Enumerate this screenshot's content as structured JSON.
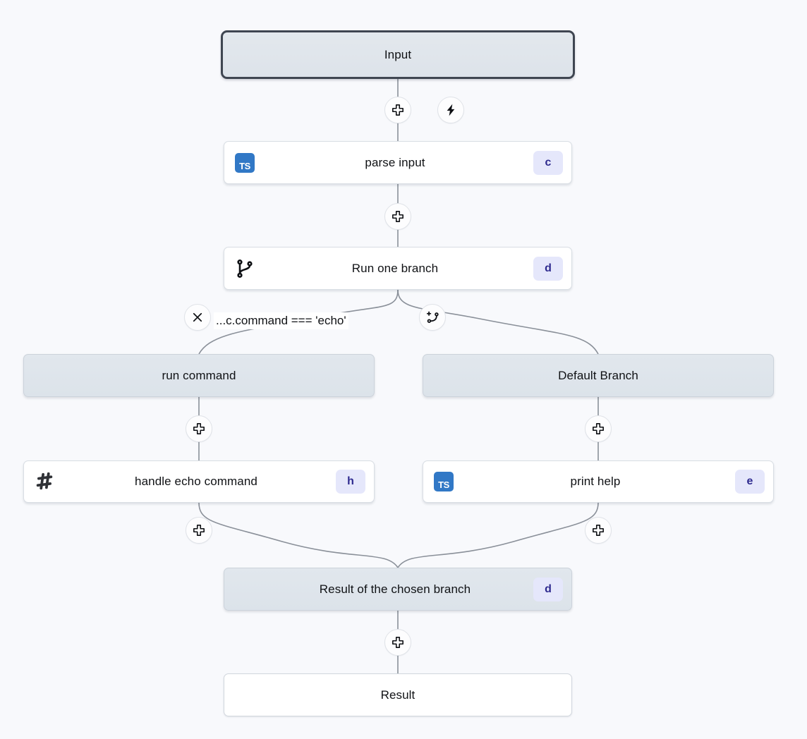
{
  "canvas": {
    "background": "#f8f9fc",
    "edge_color": "#8a9099",
    "accent_badge_bg": "#e5e7fb",
    "accent_badge_fg": "#2e2a8f",
    "ts_icon_color": "#3178c6",
    "group_node_bg": "#e1e7ed",
    "boundary_border": "#3f4651"
  },
  "nodes": {
    "input": {
      "label": "Input",
      "type": "boundary-strong"
    },
    "parse_input": {
      "label": "parse input",
      "badge": "c",
      "icon": "typescript-icon",
      "type": "step"
    },
    "run_one_branch": {
      "label": "Run one branch",
      "badge": "d",
      "icon": "git-branch-icon",
      "type": "step"
    },
    "run_command": {
      "label": "run command",
      "type": "group"
    },
    "default_branch": {
      "label": "Default Branch",
      "type": "group"
    },
    "handle_echo_command": {
      "label": "handle echo command",
      "badge": "h",
      "icon": "bash-hash-icon",
      "type": "step"
    },
    "print_help": {
      "label": "print help",
      "badge": "e",
      "icon": "typescript-icon",
      "type": "step"
    },
    "result_of_chosen_branch": {
      "label": "Result of the chosen branch",
      "badge": "d",
      "type": "group"
    },
    "result": {
      "label": "Result",
      "type": "boundary-plain"
    }
  },
  "edges": {
    "branch_condition_label": "...c.command === 'echo'"
  },
  "controls": {
    "add_step_top": {
      "icon": "plus-icon",
      "title": "Insert step"
    },
    "trigger": {
      "icon": "lightning-bolt-icon",
      "title": "Trigger"
    },
    "add_step_after_parse": {
      "icon": "plus-icon",
      "title": "Insert step"
    },
    "remove_branch": {
      "icon": "close-x-icon",
      "title": "Remove branch"
    },
    "add_branch": {
      "icon": "git-branch-plus-icon",
      "title": "Add branch"
    },
    "add_step_left_branch": {
      "icon": "plus-icon",
      "title": "Insert step"
    },
    "add_step_right_branch": {
      "icon": "plus-icon",
      "title": "Insert step"
    },
    "add_step_after_echo": {
      "icon": "plus-icon",
      "title": "Insert step"
    },
    "add_step_after_help": {
      "icon": "plus-icon",
      "title": "Insert step"
    },
    "add_step_before_result": {
      "icon": "plus-icon",
      "title": "Insert step"
    }
  }
}
